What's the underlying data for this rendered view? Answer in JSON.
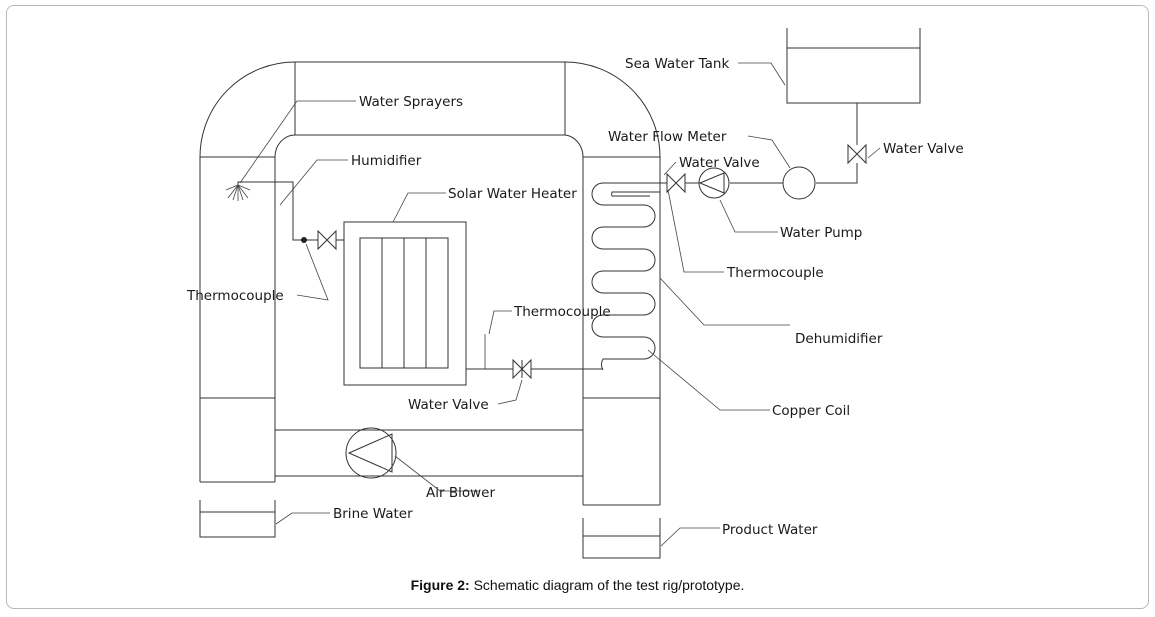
{
  "labels": {
    "sea_water_tank": "Sea Water Tank",
    "water_sprayers": "Water Sprayers",
    "humidifier": "Humidifier",
    "water_flow_meter": "Water Flow Meter",
    "water_valve_top": "Water Valve",
    "water_valve_pump": "Water Valve",
    "solar_water_heater": "Solar Water Heater",
    "water_pump": "Water Pump",
    "thermocouple_right": "Thermocouple",
    "thermocouple_left": "Thermocouple",
    "thermocouple_mid": "Thermocouple",
    "dehumidifier": "Dehumidifier",
    "water_valve_bottom": "Water Valve",
    "copper_coil": "Copper Coil",
    "air_blower": "Air Blower",
    "brine_water": "Brine Water",
    "product_water": "Product Water"
  },
  "caption": {
    "label": "Figure 2:",
    "text": "Schematic diagram of the test rig/prototype."
  }
}
